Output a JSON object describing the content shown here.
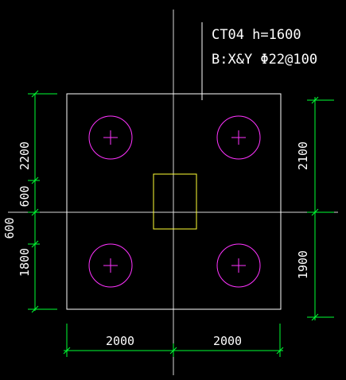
{
  "label": {
    "line1": "CT04  h=1600",
    "line2": "B:X&Y  Φ22@100"
  },
  "dimensions": {
    "left_top": "2200",
    "left_600_a": "600",
    "left_600_b": "600",
    "left_bottom": "1800",
    "right_top": "2100",
    "right_bottom": "1900",
    "bottom_left": "2000",
    "bottom_right": "2000"
  },
  "colors": {
    "background": "#000000",
    "outline": "#ffffff",
    "dimension": "#00ff33",
    "column": "#ffff33",
    "pile": "#ff33ff"
  }
}
